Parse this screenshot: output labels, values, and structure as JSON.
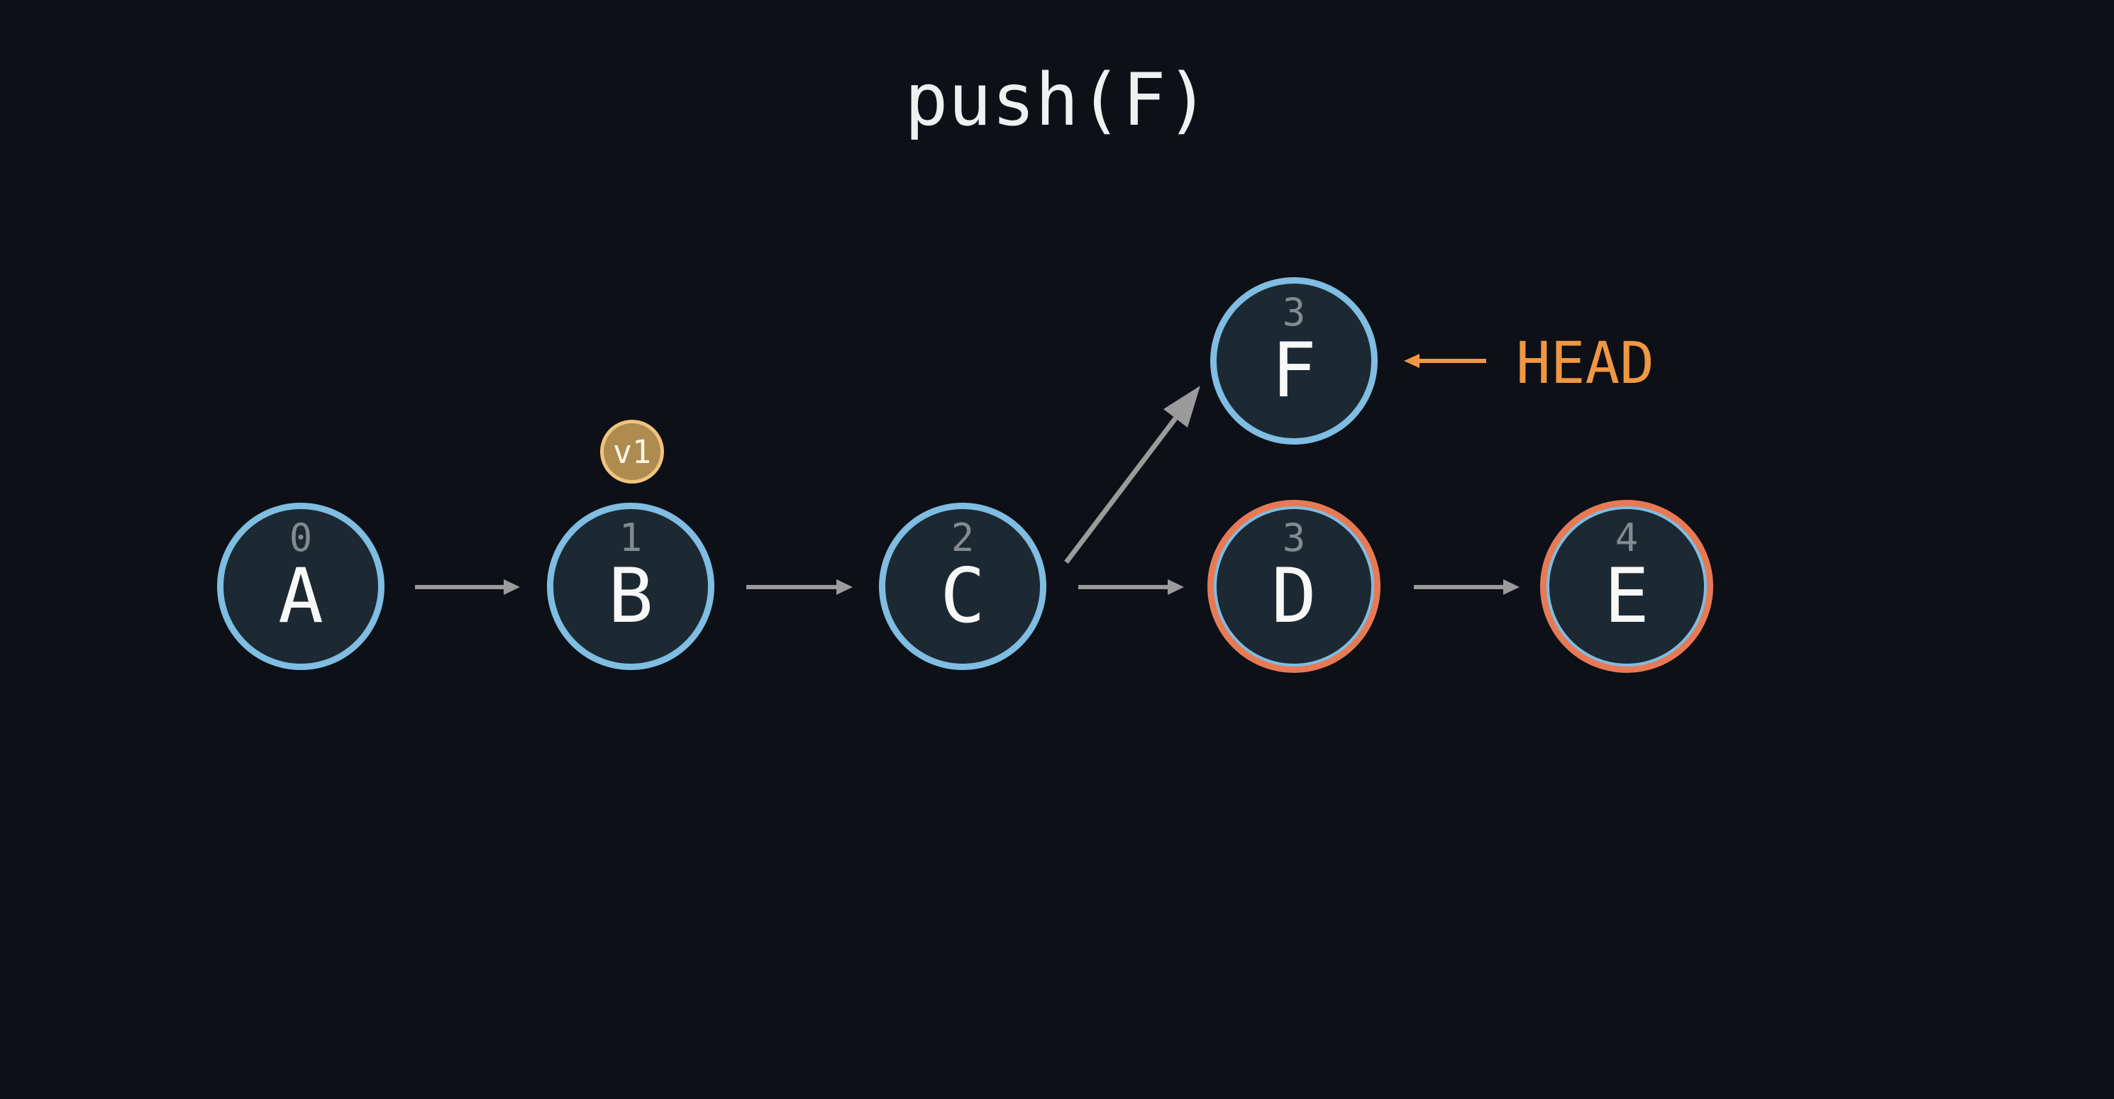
{
  "title": "push(F)",
  "head": {
    "label": "HEAD"
  },
  "version_badge": {
    "label": "v1"
  },
  "nodes": [
    {
      "id": "A",
      "index": "0",
      "label": "A",
      "version_ring": false
    },
    {
      "id": "B",
      "index": "1",
      "label": "B",
      "version_ring": false,
      "badge": "v1"
    },
    {
      "id": "C",
      "index": "2",
      "label": "C",
      "version_ring": false
    },
    {
      "id": "D",
      "index": "3",
      "label": "D",
      "version_ring": true
    },
    {
      "id": "E",
      "index": "4",
      "label": "E",
      "version_ring": true
    },
    {
      "id": "F",
      "index": "3",
      "label": "F",
      "version_ring": false,
      "head": true
    }
  ],
  "edges": [
    {
      "from": "A",
      "to": "B"
    },
    {
      "from": "B",
      "to": "C"
    },
    {
      "from": "C",
      "to": "D"
    },
    {
      "from": "D",
      "to": "E"
    },
    {
      "from": "C",
      "to": "F"
    },
    {
      "from": "HEAD",
      "to": "F"
    }
  ],
  "colors": {
    "bg": "#0d1016",
    "node-fill": "#1c2933",
    "node-border": "#7fbde2",
    "ring": "#e77a55",
    "arrow": "#9b9b9b",
    "head": "#ef9742",
    "index": "#848a90",
    "letter": "#f7f8f8",
    "title": "#eef1f2",
    "badge-fill": "#ae8c50",
    "badge-border": "#f1c47d",
    "badge-text": "#fdf6e8"
  }
}
